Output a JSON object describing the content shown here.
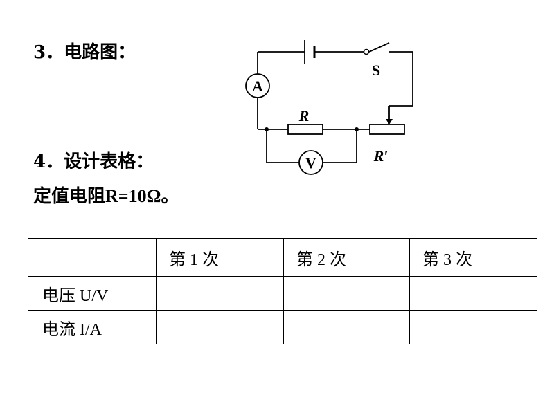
{
  "sections": {
    "circuit_heading": "3．电路图：",
    "table_heading": "4．设计表格：",
    "note_prefix": "定值电阻",
    "note_value": "R=10Ω",
    "note_suffix": "。"
  },
  "circuit": {
    "ammeter": "A",
    "voltmeter": "V",
    "switch_label": "S",
    "resistor_label": "R",
    "rheostat_label": "R′"
  },
  "table": {
    "header": [
      "",
      "第 1 次",
      "第 2 次",
      "第 3 次"
    ],
    "rows": [
      [
        "电压 U/V",
        "",
        "",
        ""
      ],
      [
        "电流 I/A",
        "",
        "",
        ""
      ]
    ]
  }
}
